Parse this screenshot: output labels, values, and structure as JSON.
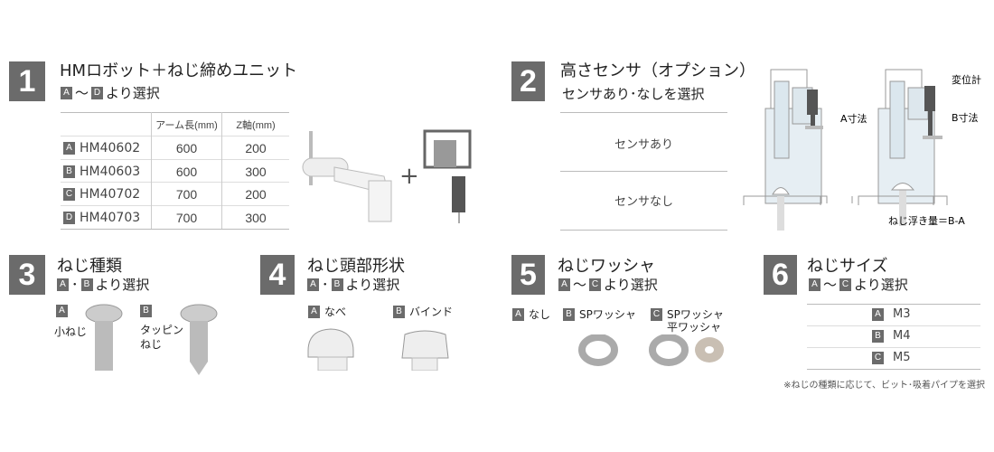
{
  "s1": {
    "num": "1",
    "title": "HMロボット＋ねじ締めユニット",
    "from": "A",
    "sep": "〜",
    "to": "D",
    "select": "より選択",
    "headers": [
      "アーム長(mm)",
      "Z軸(mm)"
    ],
    "rows": [
      {
        "key": "A",
        "model": "HM40602",
        "arm": "600",
        "z": "200"
      },
      {
        "key": "B",
        "model": "HM40603",
        "arm": "600",
        "z": "300"
      },
      {
        "key": "C",
        "model": "HM40702",
        "arm": "700",
        "z": "200"
      },
      {
        "key": "D",
        "model": "HM40703",
        "arm": "700",
        "z": "300"
      }
    ],
    "plus": "+"
  },
  "s2": {
    "num": "2",
    "title": "高さセンサ（オプション）",
    "subtitle": "センサあり･なしを選択",
    "options": [
      "センサあり",
      "センサなし"
    ],
    "labels": {
      "a": "A寸法",
      "b": "B寸法",
      "gauge": "変位計",
      "float": "ねじ浮き量＝B-A"
    }
  },
  "s3": {
    "num": "3",
    "title": "ねじ種類",
    "a": "A",
    "dot": "･",
    "b": "B",
    "select": "より選択",
    "items": [
      {
        "key": "A",
        "label": "小ねじ"
      },
      {
        "key": "B",
        "label": "タッピン",
        "label2": "ねじ"
      }
    ]
  },
  "s4": {
    "num": "4",
    "title": "ねじ頭部形状",
    "a": "A",
    "dot": "･",
    "b": "B",
    "select": "より選択",
    "items": [
      {
        "key": "A",
        "label": "なべ"
      },
      {
        "key": "B",
        "label": "バインド"
      }
    ]
  },
  "s5": {
    "num": "5",
    "title": "ねじワッシャ",
    "from": "A",
    "sep": "〜",
    "to": "C",
    "select": "より選択",
    "items": [
      {
        "key": "A",
        "label": "なし"
      },
      {
        "key": "B",
        "label": "SPワッシャ"
      },
      {
        "key": "C",
        "label": "SPワッシャ",
        "label2": "平ワッシャ"
      }
    ]
  },
  "s6": {
    "num": "6",
    "title": "ねじサイズ",
    "from": "A",
    "sep": "〜",
    "to": "C",
    "select": "より選択",
    "rows": [
      {
        "key": "A",
        "size": "M3"
      },
      {
        "key": "B",
        "size": "M4"
      },
      {
        "key": "C",
        "size": "M5"
      }
    ],
    "note": "※ねじの種類に応じて、ビット･吸着パイプを選択"
  }
}
